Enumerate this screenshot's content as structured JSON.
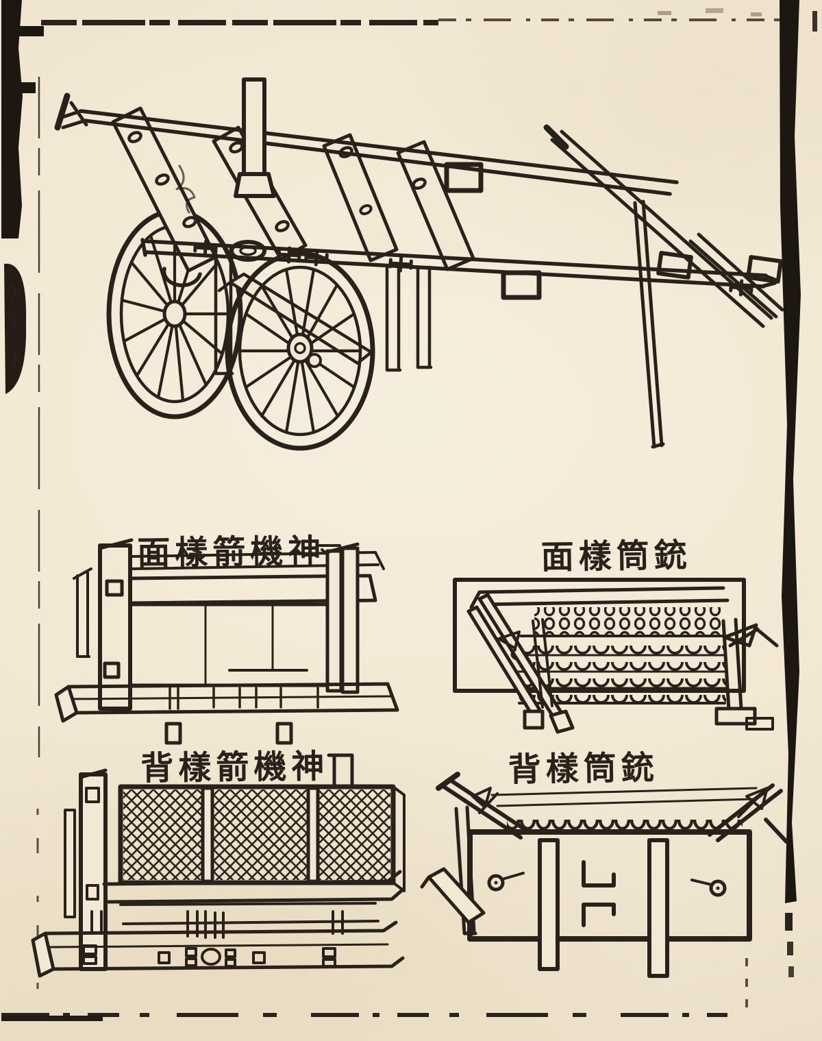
{
  "colors": {
    "paper": "#f2e8d4",
    "ink": "#29221a",
    "faint": "#6b5a45"
  },
  "captions": {
    "middle_left": "面樣箭機神",
    "middle_right": "面樣筒銃",
    "bottom_left": "背樣箭機神",
    "bottom_right": "背樣筒銃"
  }
}
